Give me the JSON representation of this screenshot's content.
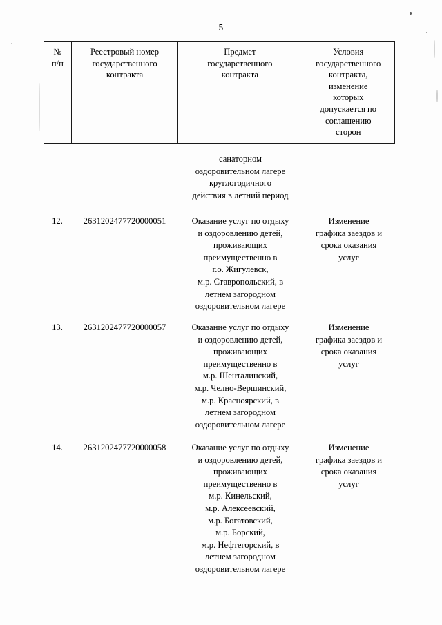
{
  "document": {
    "page_number": "5",
    "language": "ru"
  },
  "table": {
    "header": {
      "columns": [
        {
          "id": "num",
          "lines": [
            "№",
            "п/п"
          ]
        },
        {
          "id": "reg",
          "lines": [
            "Реестровый номер",
            "государственного",
            "контракта"
          ]
        },
        {
          "id": "subject",
          "lines": [
            "Предмет",
            "государственного",
            "контракта"
          ]
        },
        {
          "id": "cond",
          "lines": [
            "Условия",
            "государственного",
            "контракта,",
            "изменение",
            "которых",
            "допускается по",
            "соглашению",
            "сторон"
          ]
        }
      ]
    },
    "continued_text": {
      "lines": [
        "санаторном",
        "оздоровительном лагере",
        "круглогодичного",
        "действия в летний период"
      ]
    },
    "rows": [
      {
        "num": "12.",
        "reg": "2631202477720000051",
        "subject_lines": [
          "Оказание услуг по отдыху",
          "и оздоровлению детей,",
          "проживающих",
          "преимущественно в",
          "г.о. Жигулевск,",
          "м.р. Ставропольский, в",
          "летнем загородном",
          "оздоровительном лагере"
        ],
        "cond_lines": [
          "Изменение",
          "графика заездов и",
          "срока оказания",
          "услуг"
        ]
      },
      {
        "num": "13.",
        "reg": "2631202477720000057",
        "subject_lines": [
          "Оказание услуг по отдыху",
          "и оздоровлению детей,",
          "проживающих",
          "преимущественно в",
          "м.р. Шенталинский,",
          "м.р. Челно-Вершинский,",
          "м.р. Красноярский, в",
          "летнем загородном",
          "оздоровительном лагере"
        ],
        "cond_lines": [
          "Изменение",
          "графика заездов и",
          "срока оказания",
          "услуг"
        ]
      },
      {
        "num": "14.",
        "reg": "2631202477720000058",
        "subject_lines": [
          "Оказание услуг по отдыху",
          "и оздоровлению детей,",
          "проживающих",
          "преимущественно в",
          "м.р. Кинельский,",
          "м.р. Алексеевский,",
          "м.р. Богатовский,",
          "м.р. Борский,",
          "м.р. Нефтегорский, в",
          "летнем загородном",
          "оздоровительном лагере"
        ],
        "cond_lines": [
          "Изменение",
          "графика заездов и",
          "срока оказания",
          "услуг"
        ]
      }
    ]
  }
}
